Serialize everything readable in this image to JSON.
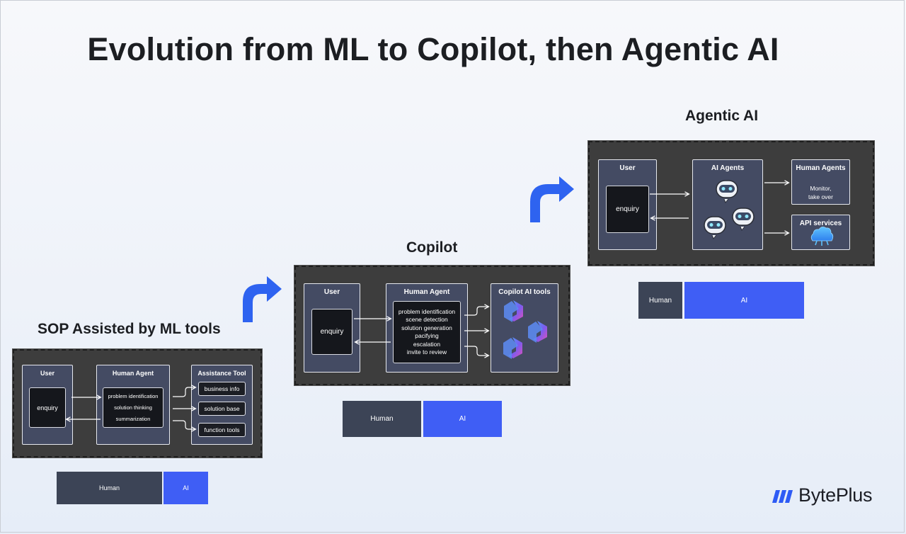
{
  "title": "Evolution from ML to Copilot, then Agentic AI",
  "stages": {
    "sop": {
      "title": "SOP Assisted by ML tools",
      "user": {
        "title": "User",
        "input": "enquiry"
      },
      "human_agent": {
        "title": "Human Agent",
        "items": [
          "problem identification",
          "solution thinking",
          "summarization"
        ]
      },
      "assistance_tool": {
        "title": "Assistance Tool",
        "items": [
          "business info",
          "solution base",
          "function tools"
        ]
      },
      "legend": {
        "human": "Human",
        "ai": "AI"
      }
    },
    "copilot": {
      "title": "Copilot",
      "user": {
        "title": "User",
        "input": "enquiry"
      },
      "human_agent": {
        "title": "Human Agent",
        "items": [
          "problem identification",
          "scene detection",
          "solution generation",
          "pacifying",
          "escalation",
          "invite to review"
        ]
      },
      "ai_tools": {
        "title": "Copilot AI tools",
        "icon": "copilot-logo-icon"
      },
      "legend": {
        "human": "Human",
        "ai": "AI"
      }
    },
    "agentic": {
      "title": "Agentic AI",
      "user": {
        "title": "User",
        "input": "enquiry"
      },
      "ai_agents": {
        "title": "AI Agents",
        "icon": "robot-icon"
      },
      "human_agents": {
        "title": "Human Agents",
        "text": "Monitor,\ntake over"
      },
      "api_services": {
        "title": "API services",
        "icon": "cloud-api-icon"
      },
      "legend": {
        "human": "Human",
        "ai": "AI"
      }
    }
  },
  "brand": {
    "name": "BytePlus",
    "icon": "byteplus-logo-icon"
  },
  "colors": {
    "panel": "#3d3d3d",
    "box": "#444b63",
    "human": "#3c4456",
    "ai": "#3f5ef5",
    "arrow": "#2e63f0"
  }
}
